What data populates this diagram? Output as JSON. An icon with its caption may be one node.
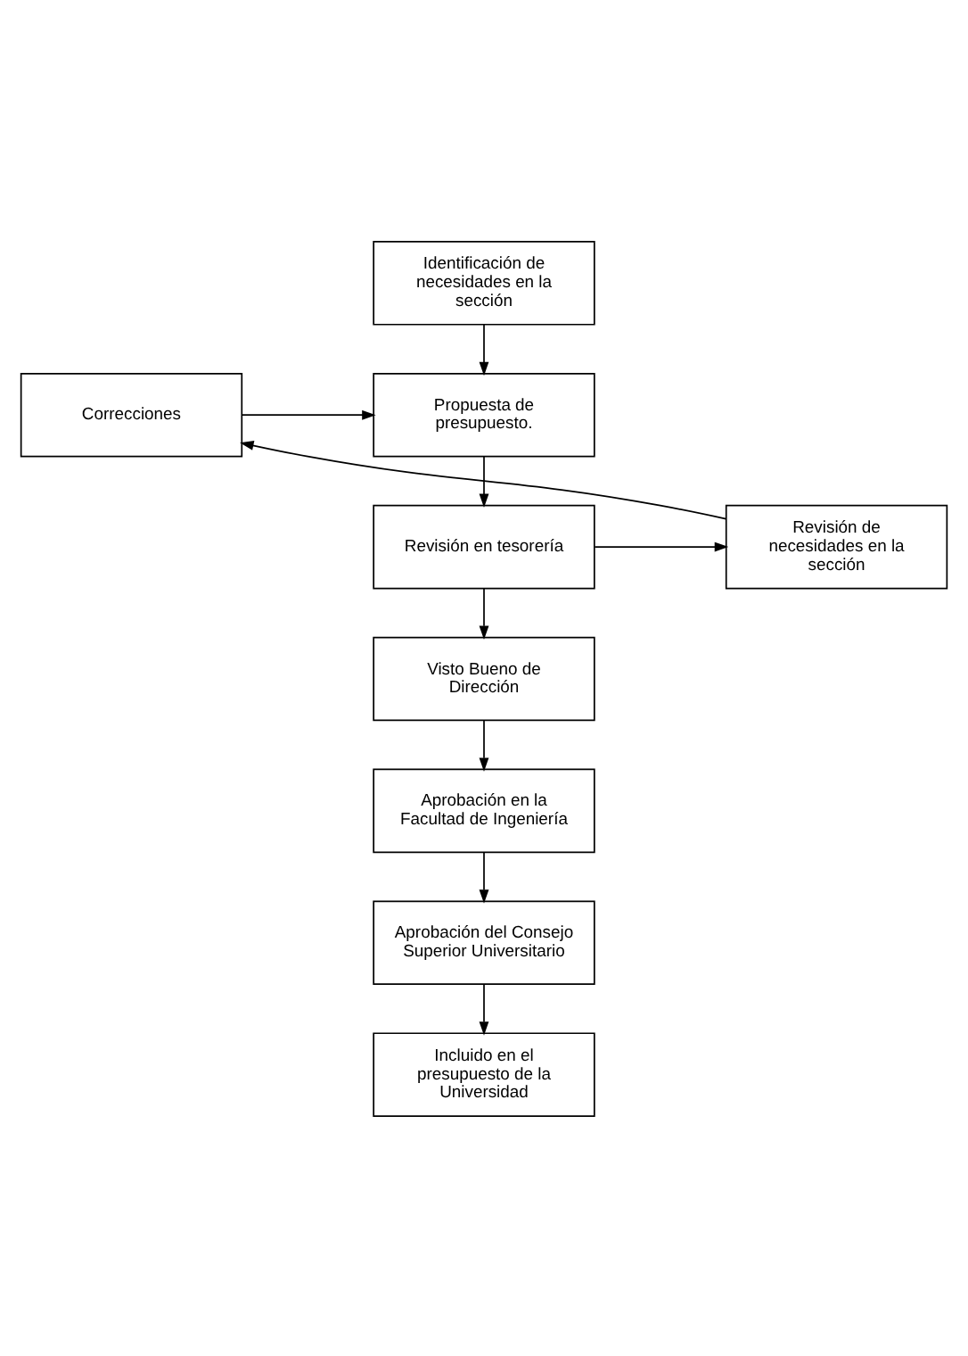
{
  "diagram": {
    "nodes": [
      {
        "text": [
          "Identificación de necesidades en la sección"
        ]
      },
      {
        "text": [
          "Propuesta de presupuesto."
        ]
      },
      {
        "text": [
          "Revisión en tesorería"
        ]
      },
      {
        "text": [
          "Visto Bueno de Dirección"
        ]
      },
      {
        "text": [
          "Aprobación en la Facultad de Ingeniería"
        ]
      },
      {
        "text": [
          "Aprobación del Consejo Superior Universitario"
        ]
      },
      {
        "text": [
          "Incluido en el presupuesto de la Universidad"
        ]
      },
      {
        "text": [
          "Correcciones"
        ]
      },
      {
        "text": [
          "Revisión de necesidades en la sección"
        ]
      }
    ],
    "edges": [
      {
        "from": 0,
        "to": 1,
        "arrow": "to"
      },
      {
        "from": 1,
        "to": 2,
        "arrow": "to"
      },
      {
        "from": 2,
        "to": 8,
        "arrow": "to"
      },
      {
        "from": 8,
        "to": 7,
        "arrow": "to"
      },
      {
        "from": 7,
        "to": 1,
        "arrow": "to"
      },
      {
        "from": 2,
        "to": 3,
        "arrow": "to"
      },
      {
        "from": 3,
        "to": 4,
        "arrow": "to"
      },
      {
        "from": 4,
        "to": 5,
        "arrow": "to"
      },
      {
        "from": 5,
        "to": 6,
        "arrow": "to"
      }
    ]
  }
}
